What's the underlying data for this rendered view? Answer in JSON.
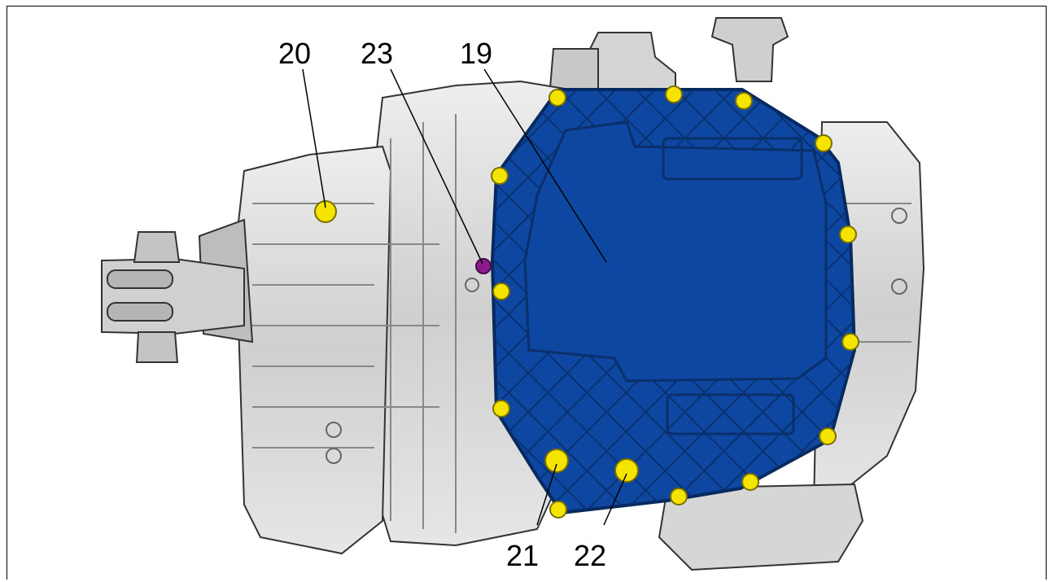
{
  "callouts": {
    "c19": "19",
    "c20": "20",
    "c21": "21",
    "c22": "22",
    "c23": "23"
  },
  "colors": {
    "pan": "#0d47a1",
    "pan_dark": "#0a2f6b",
    "bolt": "#f5e400",
    "plug": "#8e1b8e",
    "housing": "#d9d9d9",
    "housing_dark": "#9a9a9a",
    "outline": "#333333"
  }
}
